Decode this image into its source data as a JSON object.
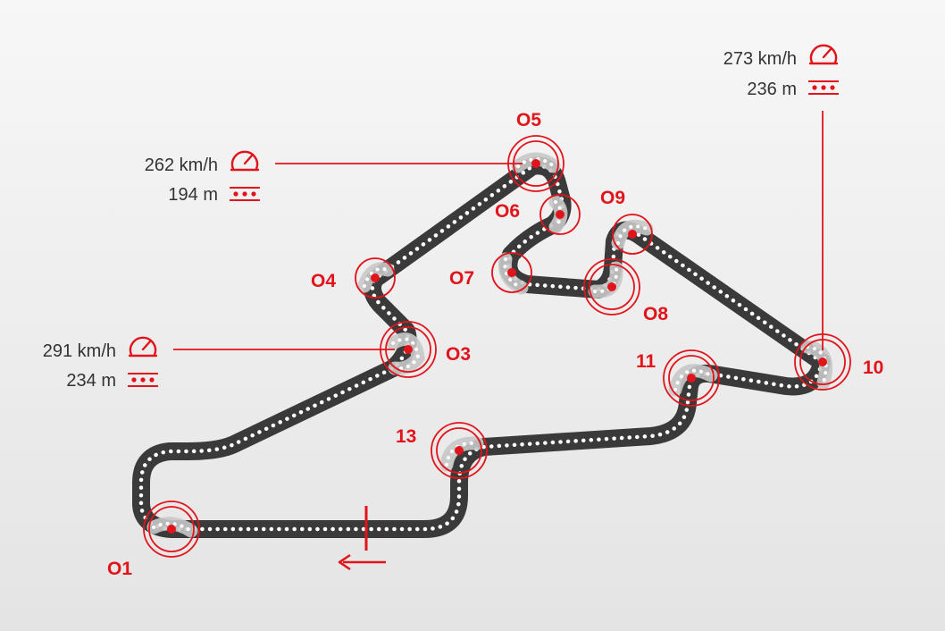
{
  "colors": {
    "accent": "#e2141b",
    "track": "#3a3a3a",
    "runoff": "#c8c8c8",
    "background_top": "#f7f7f7",
    "background_bottom": "#e4e4e4",
    "text": "#333333"
  },
  "corners": [
    {
      "label": "O1"
    },
    {
      "label": "O3"
    },
    {
      "label": "O4"
    },
    {
      "label": "O5"
    },
    {
      "label": "O6"
    },
    {
      "label": "O7"
    },
    {
      "label": "O8"
    },
    {
      "label": "O9"
    },
    {
      "label": "10"
    },
    {
      "label": "11"
    },
    {
      "label": "13"
    }
  ],
  "speed_traps": [
    {
      "speed": "262 km/h",
      "distance": "194 m",
      "speed_icon": "speedometer-icon",
      "distance_icon": "distance-dots-icon"
    },
    {
      "speed": "291 km/h",
      "distance": "234 m",
      "speed_icon": "speedometer-icon",
      "distance_icon": "distance-dots-icon"
    },
    {
      "speed": "273 km/h",
      "distance": "236 m",
      "speed_icon": "speedometer-icon",
      "distance_icon": "distance-dots-icon"
    }
  ],
  "start_finish": {
    "direction_icon": "arrow-left-icon"
  }
}
